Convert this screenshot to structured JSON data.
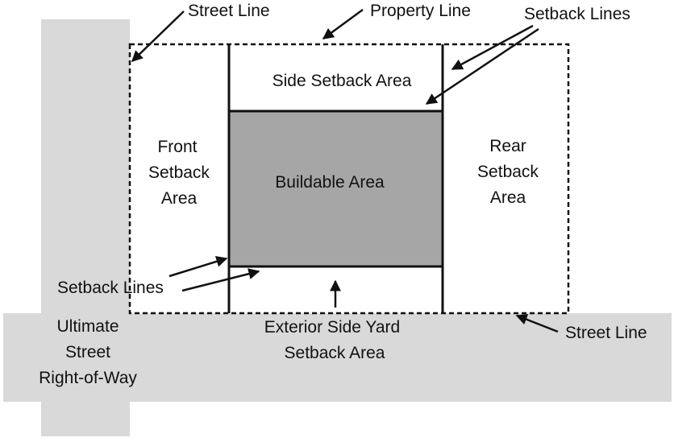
{
  "colors": {
    "street": "#d9d9d9",
    "buildable": "#a6a6a6",
    "line": "#111111",
    "background": "#ffffff"
  },
  "labels": {
    "street_line_top": "Street Line",
    "property_line": "Property Line",
    "setback_lines_top": "Setback Lines",
    "side_setback_area": "Side Setback Area",
    "front_setback": [
      "Front",
      "Setback",
      "Area"
    ],
    "buildable_area": "Buildable Area",
    "rear_setback": [
      "Rear",
      "Setback",
      "Area"
    ],
    "setback_lines_bottom": "Setback Lines",
    "exterior_side_yard": [
      "Exterior Side Yard",
      "Setback Area"
    ],
    "street_line_right": "Street Line",
    "right_of_way": [
      "Ultimate",
      "Street",
      "Right-of-Way"
    ]
  }
}
